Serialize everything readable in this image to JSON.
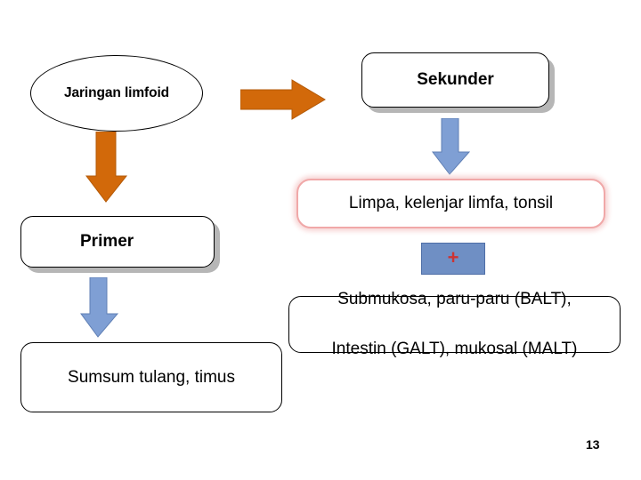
{
  "slide": {
    "page_number": "13",
    "nodes": {
      "root": "Jaringan limfoid",
      "secondary": "Sekunder",
      "secondary_examples": "Limpa, kelenjar limfa, tonsil",
      "secondary_examples2_line1": "Submukosa, paru-paru (BALT),",
      "secondary_examples2_line2": "Intestin (GALT), mukosal (MALT)",
      "primary": "Primer",
      "primary_examples": "Sumsum tulang, timus",
      "plus": "+"
    },
    "icons": {
      "arrow_right_orange": "arrow-right-icon",
      "arrow_down_orange": "arrow-down-icon",
      "arrow_down_blue_1": "arrow-down-icon",
      "arrow_down_blue_2": "arrow-down-icon"
    },
    "colors": {
      "orange_arrow": "#d2690a",
      "blue_arrow": "#7f9fd4",
      "plus_box_fill": "#6f8fc4",
      "plus_sign": "#cc3333",
      "glow_border": "#f0a8a8",
      "box_shadow": "#b6b6b6"
    }
  }
}
